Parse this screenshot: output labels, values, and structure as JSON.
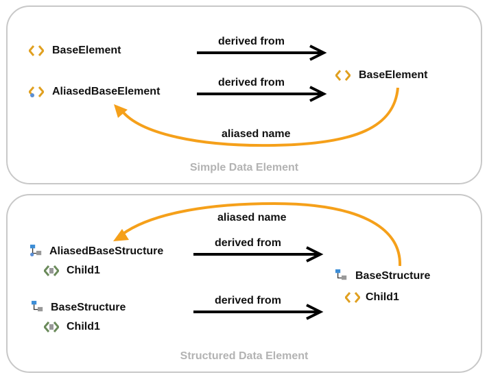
{
  "simple": {
    "caption": "Simple Data Element",
    "left_items": [
      "BaseElement",
      "AliasedBaseElement"
    ],
    "target": "BaseElement",
    "derived_labels": [
      "derived from",
      "derived from"
    ],
    "alias_label": "aliased name"
  },
  "structured": {
    "caption": "Structured Data Element",
    "aliased_structure": {
      "name": "AliasedBaseStructure",
      "child": "Child1"
    },
    "base_structure_left": {
      "name": "BaseStructure",
      "child": "Child1"
    },
    "target": {
      "name": "BaseStructure",
      "child": "Child1"
    },
    "derived_labels": [
      "derived from",
      "derived from"
    ],
    "alias_label": "aliased name"
  },
  "colors": {
    "arrow_black": "#000000",
    "alias_orange": "#f5a01a",
    "caption_gray": "#b3b3b3",
    "panel_border": "#c8c8c8"
  },
  "icons": {
    "simple_element": "data-element-icon",
    "aliased_element": "aliased-data-element-icon",
    "structure": "structure-icon",
    "aliased_structure": "aliased-structure-icon",
    "child": "child-element-icon"
  }
}
